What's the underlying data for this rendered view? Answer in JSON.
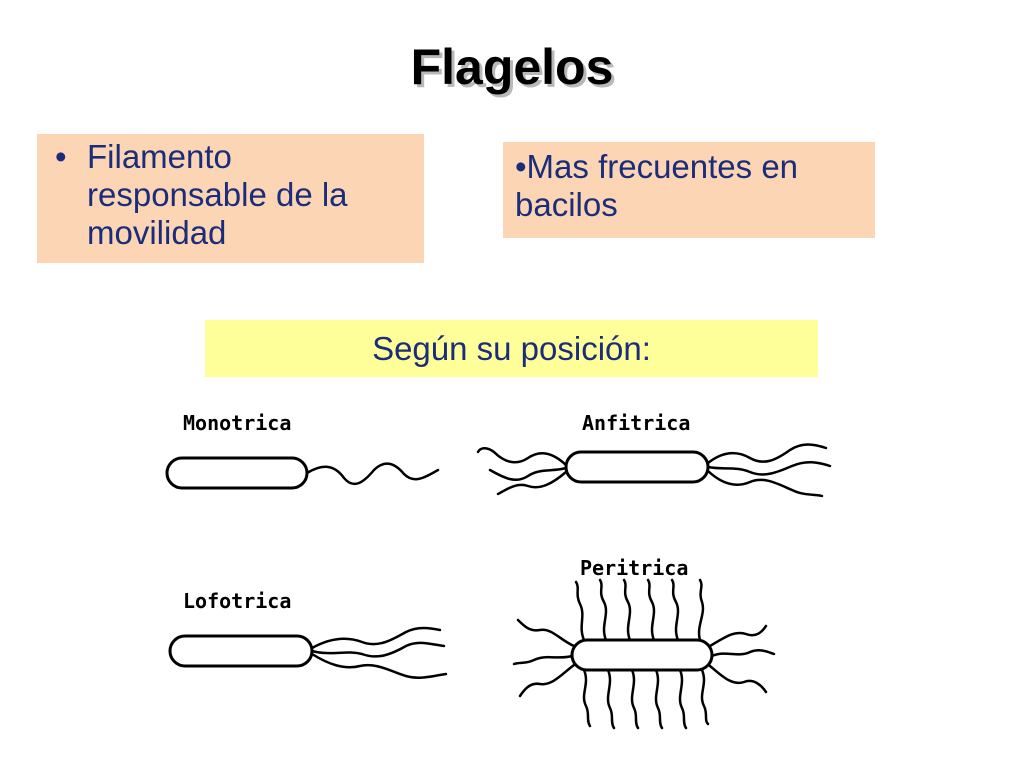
{
  "title": "Flagelos",
  "left_box": {
    "bullet": "•",
    "text": "Filamento responsable de la movilidad",
    "color_bg": "#fcd5b5",
    "color_text": "#1a2c7a"
  },
  "right_box": {
    "text": "•Mas frecuentes en bacilos",
    "color_bg": "#fcd5b5"
  },
  "position_box": {
    "text": "Según su posición:",
    "color_bg": "#ffff99"
  },
  "types": {
    "monotrica": "Monotrica",
    "anfitrica": "Anfitrica",
    "lofotrica": "Lofotrica",
    "peritrica": "Peritrica"
  },
  "icons": [
    "bacillus-cell-icon",
    "flagellum-icon"
  ]
}
